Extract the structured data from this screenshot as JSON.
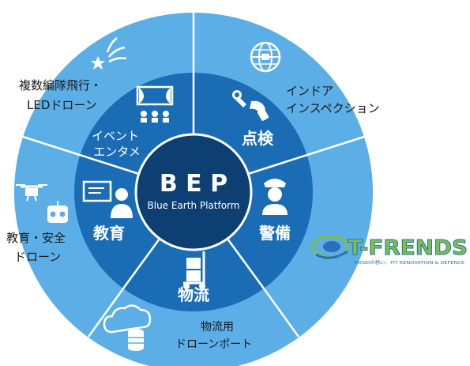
{
  "center": {
    "title": "B E P",
    "subtitle": "Blue Earth Platform"
  },
  "inner_segments": [
    {
      "label": "点検",
      "icon": "wrench-hand-icon"
    },
    {
      "label": "警備",
      "icon": "security-guard-icon"
    },
    {
      "label": "物流",
      "icon": "hand-truck-icon"
    },
    {
      "label": "教育",
      "icon": "teacher-board-icon"
    },
    {
      "label_line1": "イベント",
      "label_line2": "エンタメ",
      "icon": "stage-audience-icon"
    }
  ],
  "outer_labels": {
    "indoor_line1": "インドア",
    "indoor_line2": "インスペクション",
    "logistics_line1": "物流用",
    "logistics_line2": "ドローンポート",
    "education_line1": "教育・安全",
    "education_line2": "ドローン",
    "formation_line1": "複数編隊飛行・",
    "formation_line2": "LEDドローン"
  },
  "outer_icons": [
    "globe-drone-icon",
    "cloud-database-icon",
    "drone-controller-icon",
    "star-burst-icon"
  ],
  "logo": {
    "name": "T-FRENDS",
    "tagline": "TAISEIの想い、FIT RENOVATION & DEFENCE"
  },
  "colors": {
    "center": "#0d3f73",
    "inner_ring": "#1a6db5",
    "outer_ring": "#5baee6",
    "logo_green": "#7dc243",
    "logo_blue": "#2a6fb8"
  }
}
